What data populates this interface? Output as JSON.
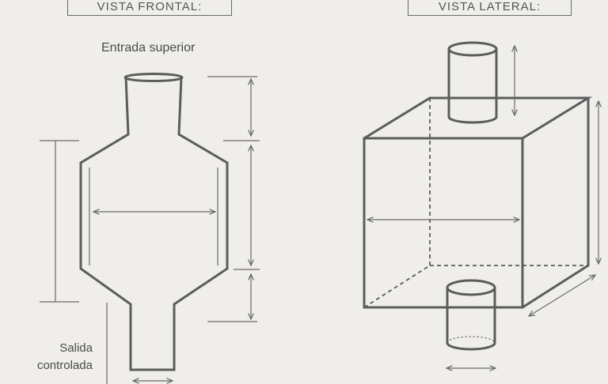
{
  "views": {
    "front": {
      "title": "VISTA FRONTAL:"
    },
    "side": {
      "title": "VISTA LATERAL:"
    }
  },
  "labels": {
    "inlet": "Entrada superior",
    "outlet_line1": "Salida",
    "outlet_line2": "controlada"
  }
}
